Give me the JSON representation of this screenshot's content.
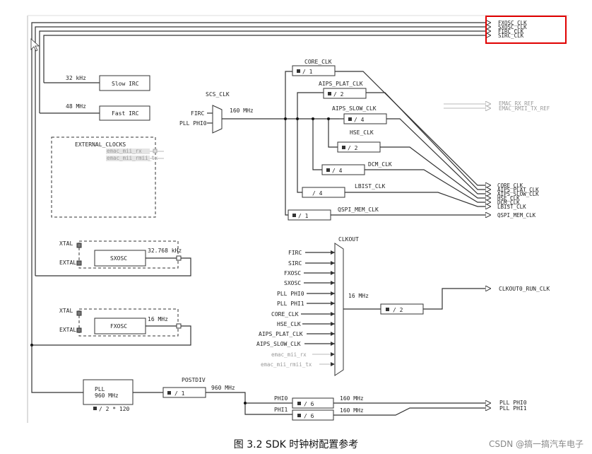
{
  "top_outputs": [
    "FXOSC_CLK",
    "SXOSC_CLK",
    "FIRC_CLK",
    "SIRC_CLK"
  ],
  "slow_irc": {
    "freq": "32 kHz",
    "label": "Slow IRC"
  },
  "fast_irc": {
    "freq": "48 MHz",
    "label": "Fast IRC"
  },
  "external": {
    "title": "EXTERNAL_CLOCKS",
    "items": [
      "emac_mii_rx",
      "emac_mii_rmii_tx"
    ]
  },
  "scs": {
    "title": "SCS_CLK",
    "inputs": [
      "FIRC",
      "PLL PHI0"
    ],
    "freq": "160 MHz"
  },
  "dividers": [
    {
      "name": "CORE_CLK",
      "div": "/ 1"
    },
    {
      "name": "AIPS_PLAT_CLK",
      "div": "/ 2"
    },
    {
      "name": "AIPS_SLOW_CLK",
      "div": "/ 4"
    },
    {
      "name": "HSE_CLK",
      "div": "/ 2"
    },
    {
      "name": "DCM_CLK",
      "div": "/ 4"
    },
    {
      "name": "LBIST_CLK",
      "div": "/ 4"
    },
    {
      "name": "QSPI_MEM_CLK",
      "div": "/ 1"
    }
  ],
  "right_outputs": [
    "CORE_CLK",
    "AIPS_PLAT_CLK",
    "AIPS_SLOW_CLK",
    "HSE_CLK",
    "DCM_CLK",
    "LBIST_CLK",
    "QSPI_MEM_CLK"
  ],
  "emac_outputs": [
    "EMAC_RX_REF",
    "EMAC_RMII_TX_REF"
  ],
  "sxosc": {
    "xtal": "XTAL",
    "extal": "EXTAL",
    "label": "SXOSC",
    "freq": "32.768 kHz"
  },
  "fxosc": {
    "xtal": "XTAL",
    "extal": "EXTAL",
    "label": "FXOSC",
    "freq": "16 MHz"
  },
  "clkout": {
    "title": "CLKOUT",
    "inputs": [
      "FIRC",
      "SIRC",
      "FXOSC",
      "SXOSC",
      "PLL PHI0",
      "PLL PHI1",
      "CORE_CLK",
      "HSE_CLK",
      "AIPS_PLAT_CLK",
      "AIPS_SLOW_CLK",
      "emac_mii_rx",
      "emac_mii_rmii_tx"
    ],
    "freq": "16 MHz",
    "div": "/ 2",
    "output": "CLKOUT0_RUN_CLK"
  },
  "pll": {
    "label": "PLL",
    "freq": "960 MHz",
    "mult": "/ 2 * 120"
  },
  "postdiv": {
    "title": "POSTDIV",
    "div": "/ 1",
    "freq": "960 MHz"
  },
  "phi": [
    {
      "name": "PHI0",
      "div": "/ 6",
      "freq": "160 MHz",
      "output": "PLL PHI0"
    },
    {
      "name": "PHI1",
      "div": "/ 6",
      "freq": "160 MHz",
      "output": "PLL PHI1"
    }
  ],
  "caption": "图 3.2   SDK 时钟树配置参考",
  "watermark": "CSDN @搞一搞汽车电子",
  "highlight_color": "#e00000"
}
